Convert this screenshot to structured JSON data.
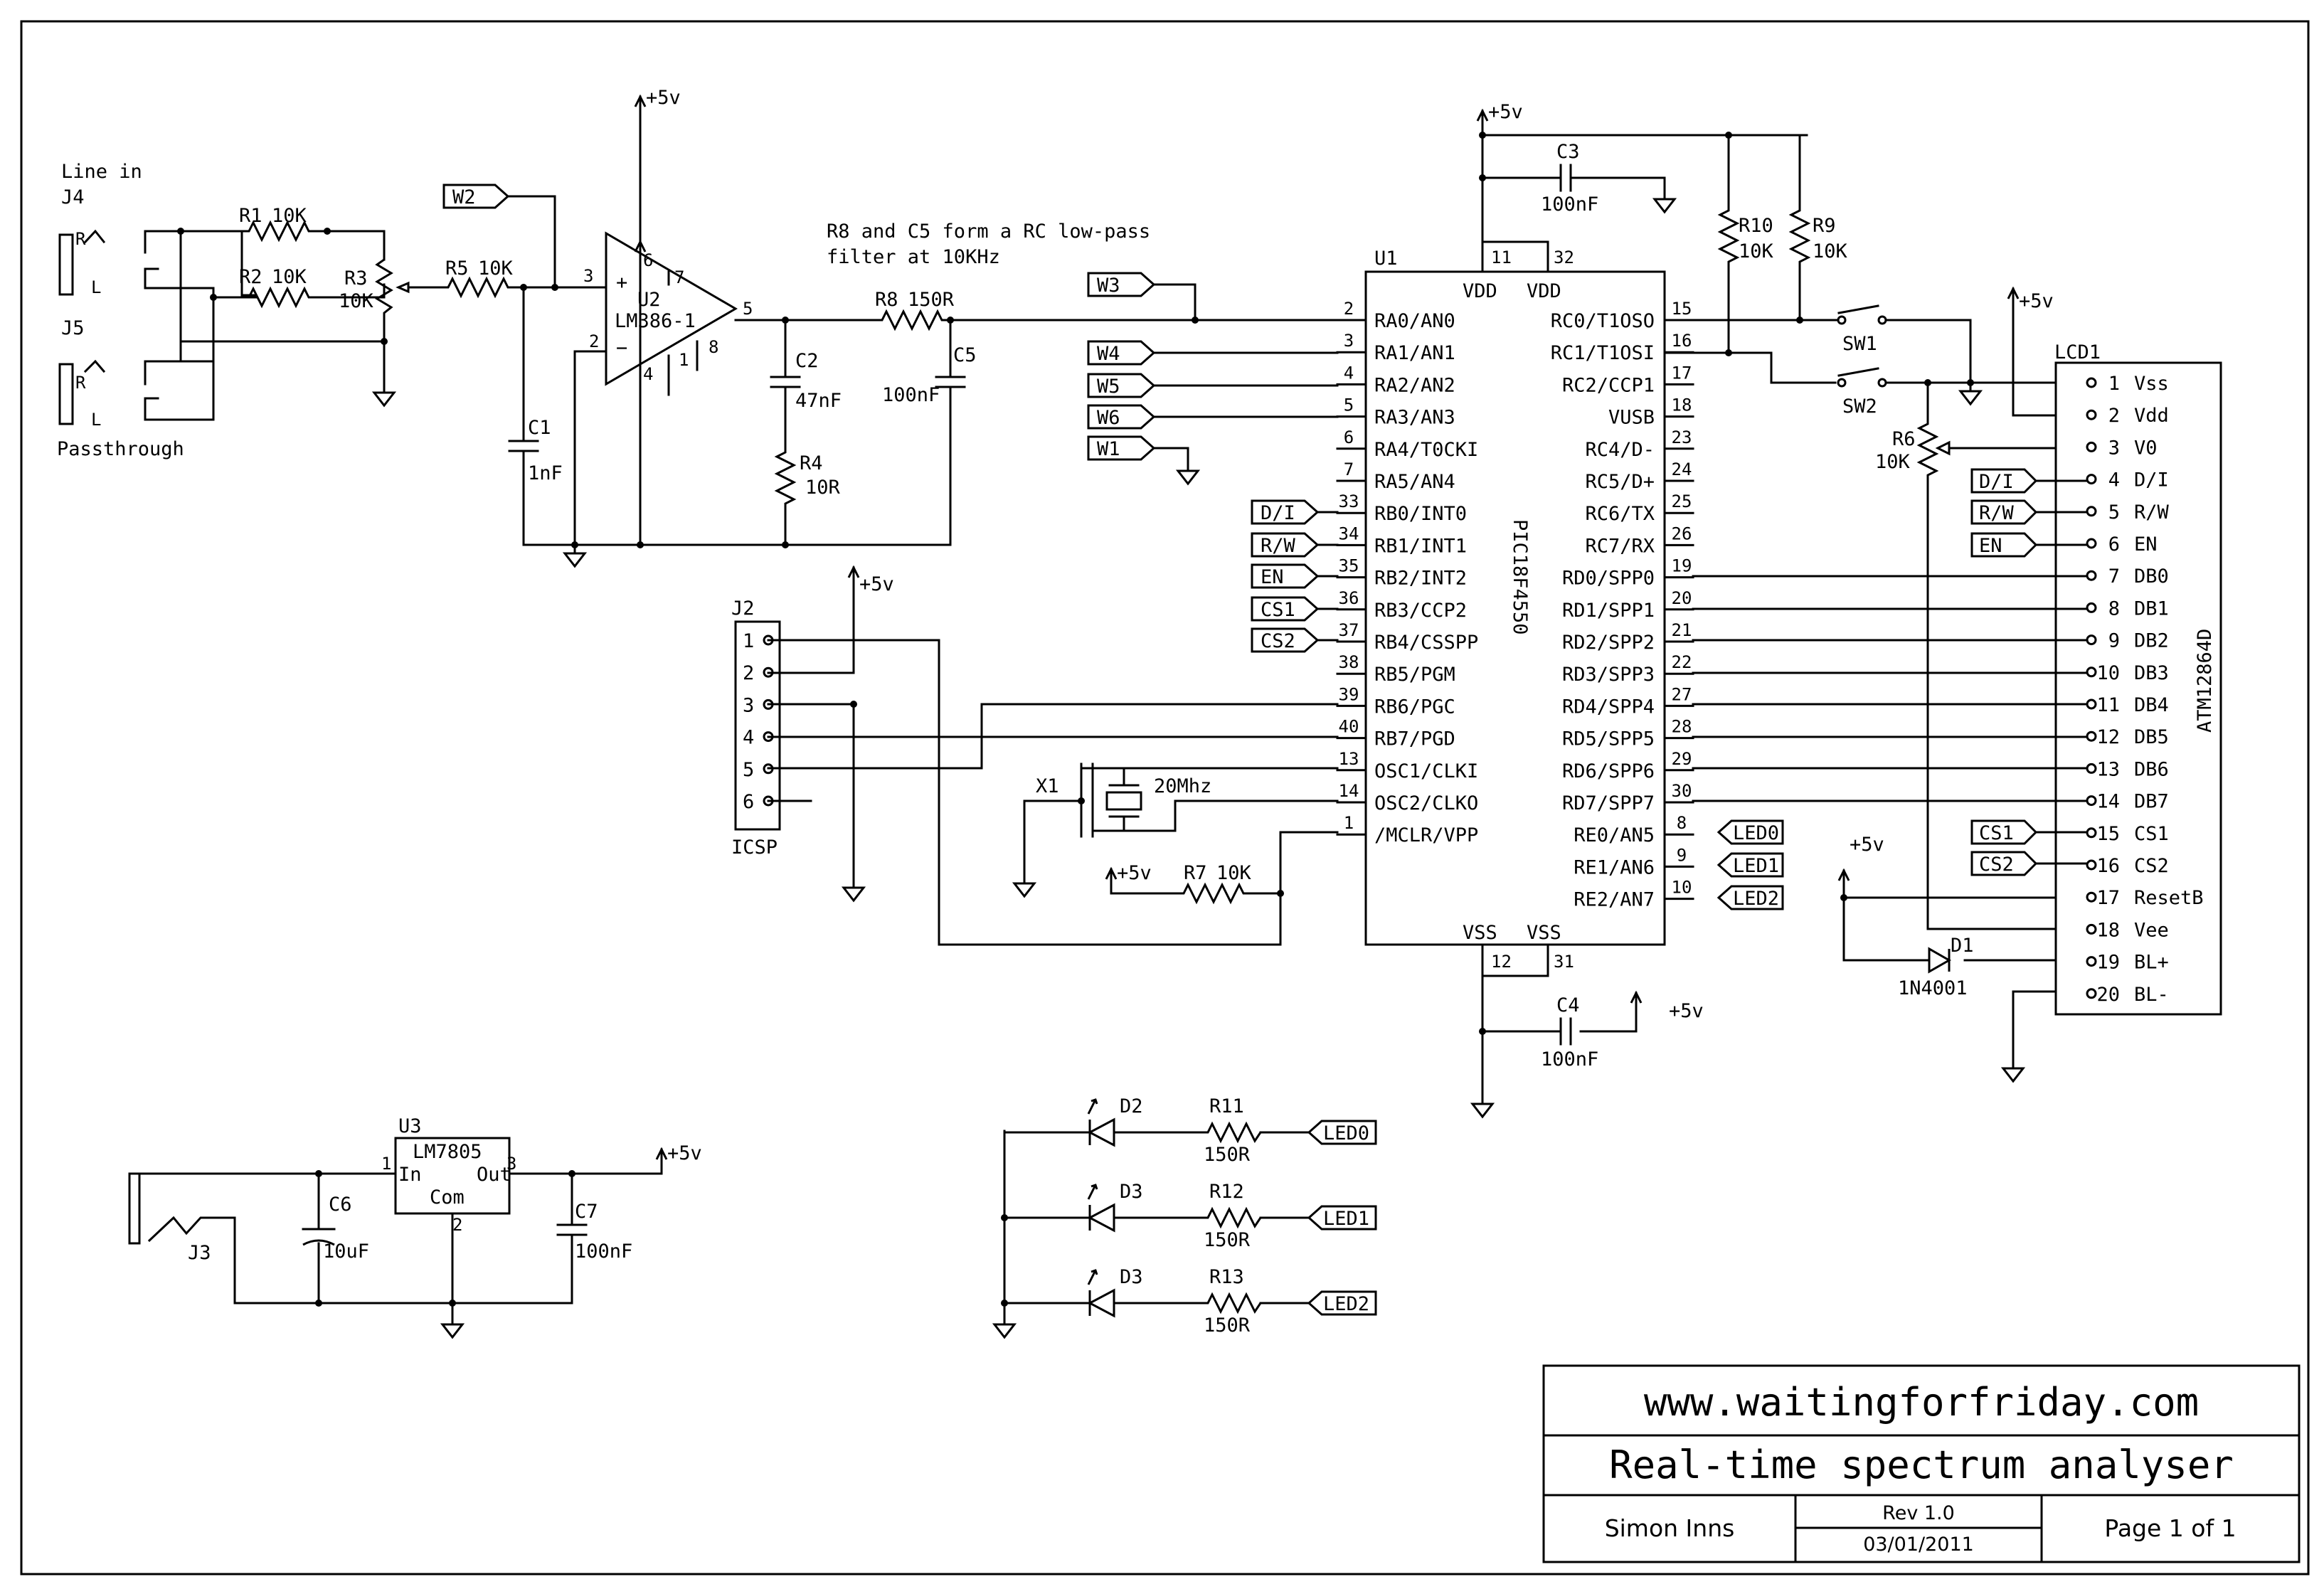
{
  "title_block": {
    "website": "www.waitingforfriday.com",
    "title": "Real-time spectrum analyser",
    "author": "Simon Inns",
    "revision": "Rev 1.0",
    "date": "03/01/2011",
    "page": "Page 1 of 1"
  },
  "note": [
    "R8 and C5 form a RC low-pass",
    "filter at 10KHz"
  ],
  "power": {
    "vplus": "+5v"
  },
  "jacks": {
    "j4": "J4",
    "j4_caption": "Line in",
    "j5": "J5",
    "j5_caption": "Passthrough",
    "j3": "J3",
    "r": "R",
    "l": "L"
  },
  "passives": {
    "r1": "R1",
    "r1_val": "10K",
    "r2": "R2",
    "r2_val": "10K",
    "r3": "R3",
    "r3_val": "10K",
    "r5": "R5",
    "r5_val": "10K",
    "r8": "R8",
    "r8_val": "150R",
    "r4": "R4",
    "r4_val": "10R",
    "r7": "R7",
    "r7_val": "10K",
    "r9": "R9",
    "r9_val": "10K",
    "r10": "R10",
    "r10_val": "10K",
    "r6": "R6",
    "r6_val": "10K",
    "r11": "R11",
    "r11_val": "150R",
    "r12": "R12",
    "r12_val": "150R",
    "r13": "R13",
    "r13_val": "150R",
    "c1": "C1",
    "c1_val": "1nF",
    "c2": "C2",
    "c2_val": "47nF",
    "c5": "C5",
    "c5_val": "100nF",
    "c3": "C3",
    "c3_val": "100nF",
    "c4": "C4",
    "c4_val": "100nF",
    "c6": "C6",
    "c6_val": "10uF",
    "c7": "C7",
    "c7_val": "100nF",
    "x1": "X1",
    "x1_val": "20Mhz",
    "d1": "D1",
    "d1_val": "1N4001",
    "d2": "D2",
    "d3": "D3",
    "d3b": "D3",
    "sw1": "SW1",
    "sw2": "SW2"
  },
  "u2": {
    "ref": "U2",
    "part": "LM386-1",
    "plus": "+",
    "minus": "−",
    "pins": {
      "p1": "1",
      "p2": "2",
      "p3": "3",
      "p4": "4",
      "p5": "5",
      "p6": "6",
      "p7": "7",
      "p8": "8"
    }
  },
  "u3": {
    "ref": "U3",
    "part": "LM7805",
    "in": "In",
    "out": "Out",
    "com": "Com",
    "p1": "1",
    "p2": "2",
    "p3": "3"
  },
  "u1": {
    "ref": "U1",
    "part": "PIC18F4550",
    "vdd": "VDD",
    "vss": "VSS",
    "pin11": "11",
    "pin32": "32",
    "pin12": "12",
    "pin31": "31",
    "left": [
      {
        "num": "2",
        "name": "RA0/AN0"
      },
      {
        "num": "3",
        "name": "RA1/AN1"
      },
      {
        "num": "4",
        "name": "RA2/AN2"
      },
      {
        "num": "5",
        "name": "RA3/AN3"
      },
      {
        "num": "6",
        "name": "RA4/T0CKI"
      },
      {
        "num": "7",
        "name": "RA5/AN4"
      },
      {
        "num": "33",
        "name": "RB0/INT0"
      },
      {
        "num": "34",
        "name": "RB1/INT1"
      },
      {
        "num": "35",
        "name": "RB2/INT2"
      },
      {
        "num": "36",
        "name": "RB3/CCP2"
      },
      {
        "num": "37",
        "name": "RB4/CSSPP"
      },
      {
        "num": "38",
        "name": "RB5/PGM"
      },
      {
        "num": "39",
        "name": "RB6/PGC"
      },
      {
        "num": "40",
        "name": "RB7/PGD"
      },
      {
        "num": "13",
        "name": "OSC1/CLKI"
      },
      {
        "num": "14",
        "name": "OSC2/CLKO"
      },
      {
        "num": "1",
        "name": "/MCLR/VPP"
      }
    ],
    "right": [
      {
        "num": "15",
        "name": "RC0/T1OSO"
      },
      {
        "num": "16",
        "name": "RC1/T1OSI"
      },
      {
        "num": "17",
        "name": "RC2/CCP1"
      },
      {
        "num": "18",
        "name": "VUSB"
      },
      {
        "num": "23",
        "name": "RC4/D-"
      },
      {
        "num": "24",
        "name": "RC5/D+"
      },
      {
        "num": "25",
        "name": "RC6/TX"
      },
      {
        "num": "26",
        "name": "RC7/RX"
      },
      {
        "num": "19",
        "name": "RD0/SPP0"
      },
      {
        "num": "20",
        "name": "RD1/SPP1"
      },
      {
        "num": "21",
        "name": "RD2/SPP2"
      },
      {
        "num": "22",
        "name": "RD3/SPP3"
      },
      {
        "num": "27",
        "name": "RD4/SPP4"
      },
      {
        "num": "28",
        "name": "RD5/SPP5"
      },
      {
        "num": "29",
        "name": "RD6/SPP6"
      },
      {
        "num": "30",
        "name": "RD7/SPP7"
      },
      {
        "num": "8",
        "name": "RE0/AN5"
      },
      {
        "num": "9",
        "name": "RE1/AN6"
      },
      {
        "num": "10",
        "name": "RE2/AN7"
      }
    ]
  },
  "lcd": {
    "ref": "LCD1",
    "part": "ATM12864D",
    "pins": [
      {
        "num": "1",
        "name": "Vss"
      },
      {
        "num": "2",
        "name": "Vdd"
      },
      {
        "num": "3",
        "name": "V0"
      },
      {
        "num": "4",
        "name": "D/I"
      },
      {
        "num": "5",
        "name": "R/W"
      },
      {
        "num": "6",
        "name": "EN"
      },
      {
        "num": "7",
        "name": "DB0"
      },
      {
        "num": "8",
        "name": "DB1"
      },
      {
        "num": "9",
        "name": "DB2"
      },
      {
        "num": "10",
        "name": "DB3"
      },
      {
        "num": "11",
        "name": "DB4"
      },
      {
        "num": "12",
        "name": "DB5"
      },
      {
        "num": "13",
        "name": "DB6"
      },
      {
        "num": "14",
        "name": "DB7"
      },
      {
        "num": "15",
        "name": "CS1"
      },
      {
        "num": "16",
        "name": "CS2"
      },
      {
        "num": "17",
        "name": "ResetB"
      },
      {
        "num": "18",
        "name": "Vee"
      },
      {
        "num": "19",
        "name": "BL+"
      },
      {
        "num": "20",
        "name": "BL-"
      }
    ]
  },
  "icsp": {
    "ref": "J2",
    "label": "ICSP",
    "pins": [
      "1",
      "2",
      "3",
      "4",
      "5",
      "6"
    ]
  },
  "net_labels": {
    "w1": "W1",
    "w2": "W2",
    "w3": "W3",
    "w4": "W4",
    "w5": "W5",
    "w6": "W6",
    "di": "D/I",
    "rw": "R/W",
    "en": "EN",
    "cs1": "CS1",
    "cs2": "CS2",
    "led0": "LED0",
    "led1": "LED1",
    "led2": "LED2"
  }
}
